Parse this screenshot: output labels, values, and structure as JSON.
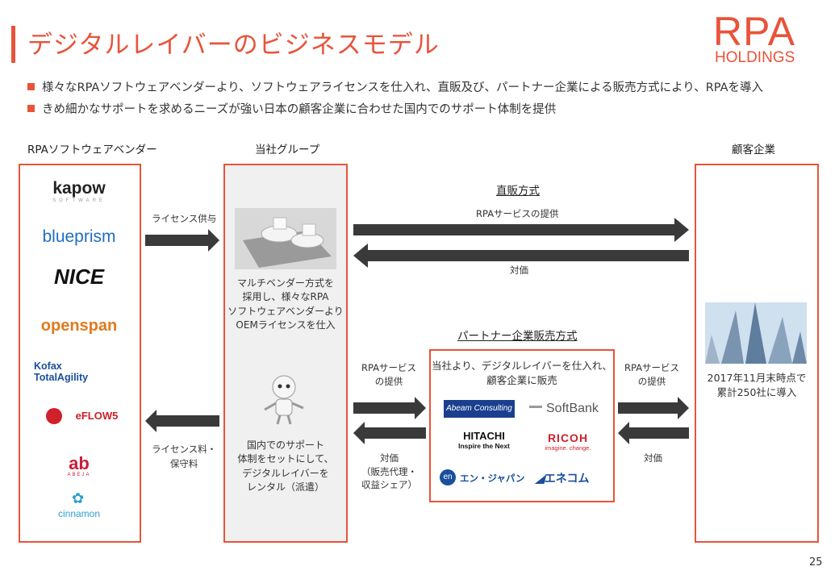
{
  "title": "デジタルレイバーのビジネスモデル",
  "logo": {
    "main": "RPA",
    "sub": "HOLDINGS"
  },
  "bullets": [
    "様々なRPAソフトウェアベンダーより、ソフトウェアライセンスを仕入れ、直販及び、パートナー企業による販売方式により、RPAを導入",
    "きめ細かなサポートを求めるニーズが強い日本の顧客企業に合わせた国内でのサポート体制を提供"
  ],
  "columns": {
    "vendors": "RPAソフトウェアベンダー",
    "group": "当社グループ",
    "customers": "顧客企業"
  },
  "vendors": [
    {
      "name": "kapow",
      "sub": "SOFTWARE",
      "color": "#222222"
    },
    {
      "name": "blueprism",
      "color": "#1f6fbf"
    },
    {
      "name": "NICE",
      "color": "#111111"
    },
    {
      "name": "openspan",
      "color": "#e07a1f"
    },
    {
      "name": "Kofax TotalAgility",
      "color": "#1b4f9c"
    },
    {
      "name": "eFLOW5",
      "color": "#d0202a"
    },
    {
      "name": "ABEJA",
      "color": "#c81e3a"
    },
    {
      "name": "cinnamon",
      "color": "#2aa0d0"
    }
  ],
  "labels": {
    "license_supply": "ライセンス供与",
    "license_fee": [
      "ライセンス料・",
      "保守料"
    ],
    "direct_sales": "直販方式",
    "rpa_service": "RPAサービスの提供",
    "payment": "対価",
    "partner_sales": "パートナー企業販売方式",
    "rpa_service_2": [
      "RPAサービス",
      "の提供"
    ],
    "payment_2": [
      "対価",
      "（販売代理・",
      "収益シェア）"
    ],
    "rpa_service_3": [
      "RPAサービス",
      "の提供"
    ],
    "payment_3": "対価"
  },
  "group_text_1": [
    "マルチベンダー方式を",
    "採用し、様々なRPA",
    "ソフトウェアベンダーより",
    "OEMライセンスを仕入"
  ],
  "group_text_2": [
    "国内でのサポート",
    "体制をセットにして、",
    "デジタルレイバーを",
    "レンタル（派遣）"
  ],
  "partner_text": [
    "当社より、デジタルレイバーを仕入れ、",
    "顧客企業に販売"
  ],
  "partners": [
    {
      "name": "Abeam Consulting",
      "color": "#1a3f8f"
    },
    {
      "name": "SoftBank",
      "color": "#555555"
    },
    {
      "name": "HITACHI",
      "sub": "Inspire the Next",
      "color": "#111111"
    },
    {
      "name": "RICOH",
      "sub": "imagine. change.",
      "color": "#d0202a"
    },
    {
      "name": "エン・ジャパン",
      "color": "#1a4f9c"
    },
    {
      "name": "エネコム",
      "color": "#1a4f9c"
    }
  ],
  "customer_text": [
    "2017年11月末時点で",
    "累計250社に導入"
  ],
  "page_number": "25",
  "colors": {
    "accent": "#e8533a",
    "arrow": "#3a3a3a"
  }
}
